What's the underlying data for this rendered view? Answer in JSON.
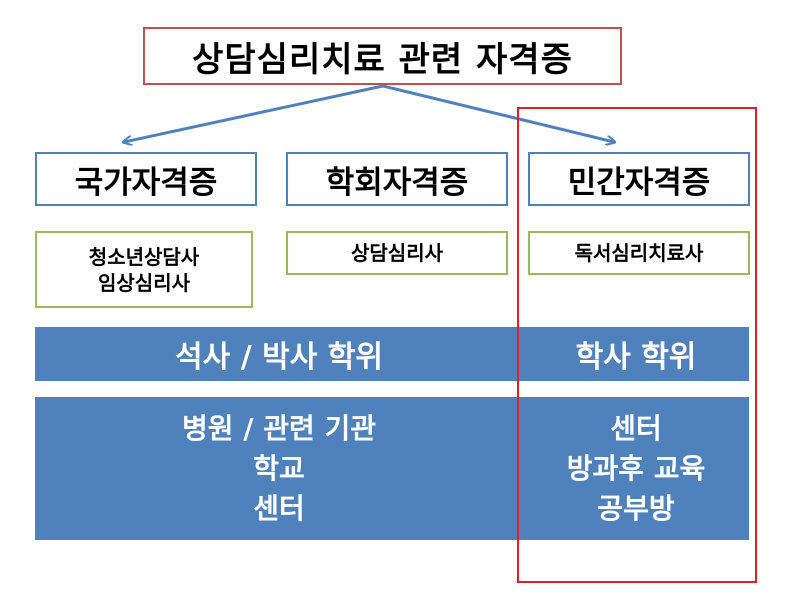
{
  "title": "상담심리치료 관련 자격증",
  "categories": [
    {
      "label": "국가자격증",
      "certs": [
        "청소년상담사",
        "임상심리사"
      ]
    },
    {
      "label": "학회자격증",
      "certs": [
        "상담심리사"
      ]
    },
    {
      "label": "민간자격증",
      "certs": [
        "독서심리치료사"
      ]
    }
  ],
  "degree_band": {
    "left": "석사 / 박사 학위",
    "right": "학사 학위"
  },
  "workplace_band": {
    "left": [
      "병원 / 관련 기관",
      "학교",
      "센터"
    ],
    "right": [
      "센터",
      "방과후 교육",
      "공부방"
    ]
  },
  "colors": {
    "title_border": "#c0504d",
    "category_border": "#4f81bd",
    "cert_border": "#9bbb59",
    "band_fill": "#4f81bd",
    "highlight_border": "#e21f26",
    "arrow": "#4f81bd"
  }
}
